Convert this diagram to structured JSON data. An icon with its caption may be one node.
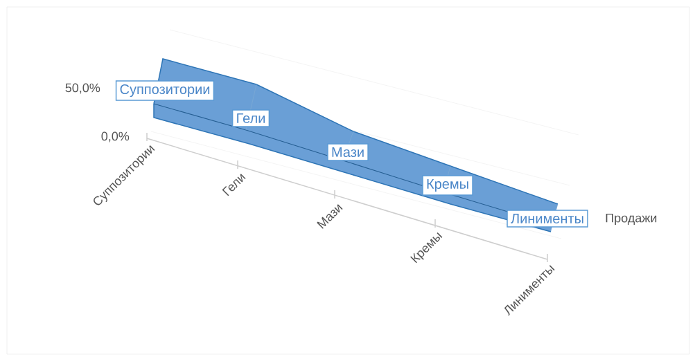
{
  "diagram": {
    "nodes": [
      {
        "text": [
          "Суппозитории"
        ]
      },
      {
        "text": [
          "Гели"
        ]
      },
      {
        "text": [
          "Мази"
        ]
      },
      {
        "text": [
          "Кремы"
        ]
      },
      {
        "text": [
          "Линименты"
        ]
      }
    ],
    "labels": [
      "50,0%",
      "0,0%",
      "Суппозитории",
      "Гели",
      "Мази",
      "Кремы",
      "Линименты",
      "Продажи"
    ]
  }
}
